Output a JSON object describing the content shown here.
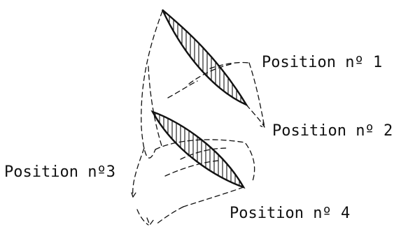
{
  "labels": {
    "position_1": "Position nº 1",
    "position_2": "Position nº 2",
    "position_3": "Position nº3",
    "position_4": "Position nº 4"
  },
  "colors": {
    "ink": "#111111",
    "background": "#ffffff"
  }
}
